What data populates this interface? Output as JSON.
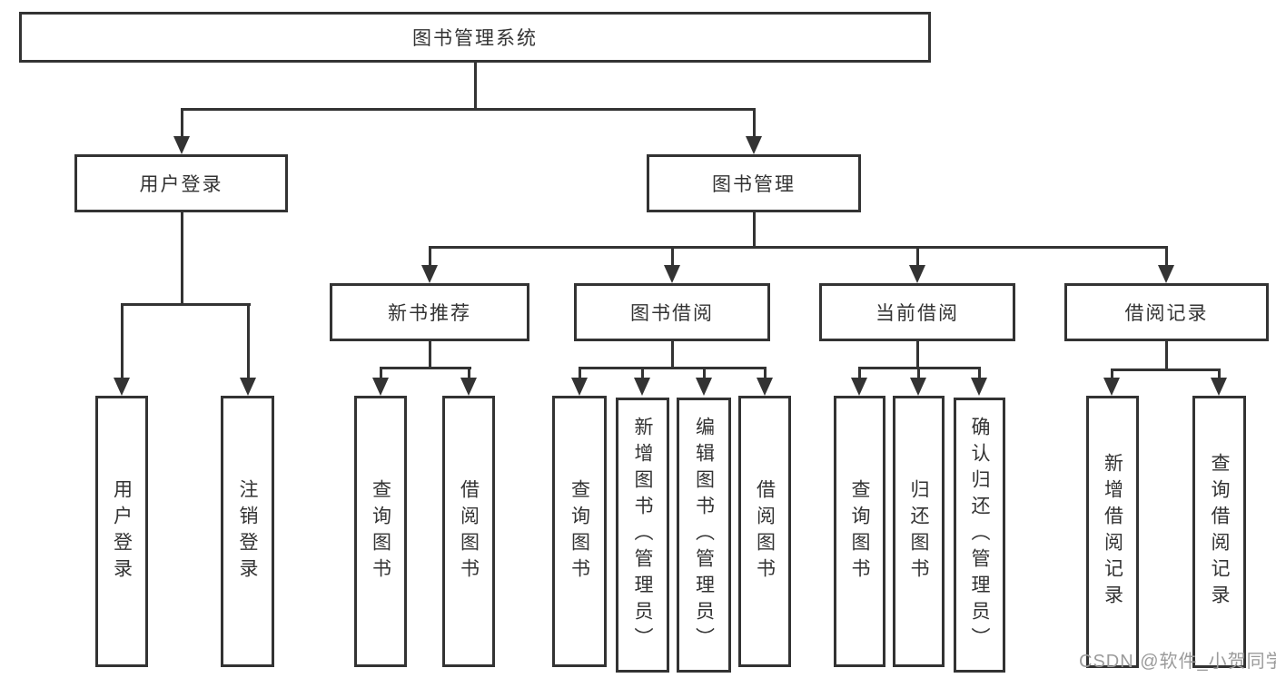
{
  "diagram": {
    "root": {
      "label": "图书管理系统"
    },
    "level2": {
      "user_login": {
        "label": "用户登录"
      },
      "book_management": {
        "label": "图书管理"
      }
    },
    "level3": {
      "new_book_recommend": {
        "label": "新书推荐"
      },
      "book_borrow": {
        "label": "图书借阅"
      },
      "current_borrow": {
        "label": "当前借阅"
      },
      "borrow_records": {
        "label": "借阅记录"
      }
    },
    "leaves": {
      "user_login": [
        "用户登录",
        "注销登录"
      ],
      "new_book_recommend": [
        "查询图书",
        "借阅图书"
      ],
      "book_borrow": [
        "查询图书",
        "新增图书（管理员）",
        "编辑图书（管理员）",
        "借阅图书"
      ],
      "current_borrow": [
        "查询图书",
        "归还图书",
        "确认归还（管理员）"
      ],
      "borrow_records": [
        "新增借阅记录",
        "查询借阅记录"
      ]
    },
    "watermark": "CSDN @软件_小贺同学",
    "colors": {
      "line": "#333333",
      "text": "#333333",
      "box_background": "#ffffff",
      "watermark": "#9b9b9b"
    }
  }
}
